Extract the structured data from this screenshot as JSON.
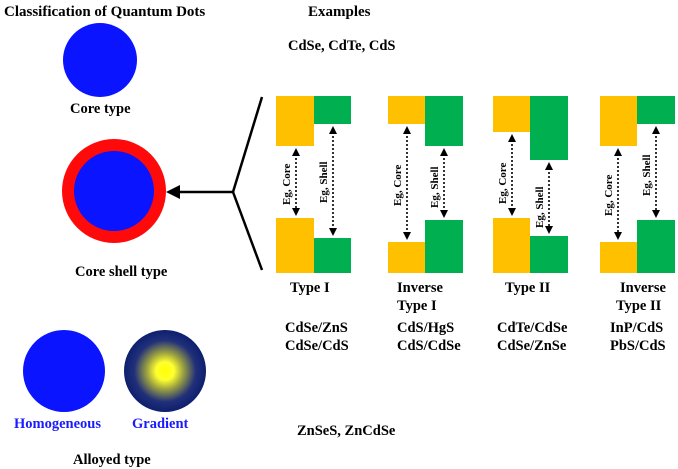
{
  "title": "Classification of Quantum Dots",
  "examples_heading": "Examples",
  "core_type": {
    "label": "Core type",
    "examples": "CdSe, CdTe, CdS"
  },
  "core_shell_type": {
    "label": "Core shell type",
    "diagrams": [
      {
        "name_line1": "Type I",
        "name_line2": "",
        "examples": [
          "CdSe/ZnS",
          "CdSe/CdS"
        ],
        "eg_core": "Eg, Core",
        "eg_shell": "Eg, Shell"
      },
      {
        "name_line1": "Inverse",
        "name_line2": "Type I",
        "examples": [
          "CdS/HgS",
          "CdS/CdSe"
        ],
        "eg_core": "Eg, Core",
        "eg_shell": "Eg, Shell"
      },
      {
        "name_line1": "Type II",
        "name_line2": "",
        "examples": [
          "CdTe/CdSe",
          "CdSe/ZnSe"
        ],
        "eg_core": "Eg, Core",
        "eg_shell": "Eg, Shell"
      },
      {
        "name_line1": "Inverse",
        "name_line2": "Type II",
        "examples": [
          "InP/CdS",
          "PbS/CdS"
        ],
        "eg_core": "Eg, Core",
        "eg_shell": "Eg, Shell"
      }
    ]
  },
  "alloyed_type": {
    "label": "Alloyed type",
    "homogeneous_label": "Homogeneous",
    "gradient_label": "Gradient",
    "examples": "ZnSeS, ZnCdSe"
  },
  "colors": {
    "core": "#0a14ff",
    "shell": "#ff0a0a",
    "core_band": "#ffc000",
    "shell_band": "#00b050",
    "label_blue": "#1a1aff",
    "gradient_center": "#ffff00",
    "gradient_edge": "#0d1f6e"
  }
}
